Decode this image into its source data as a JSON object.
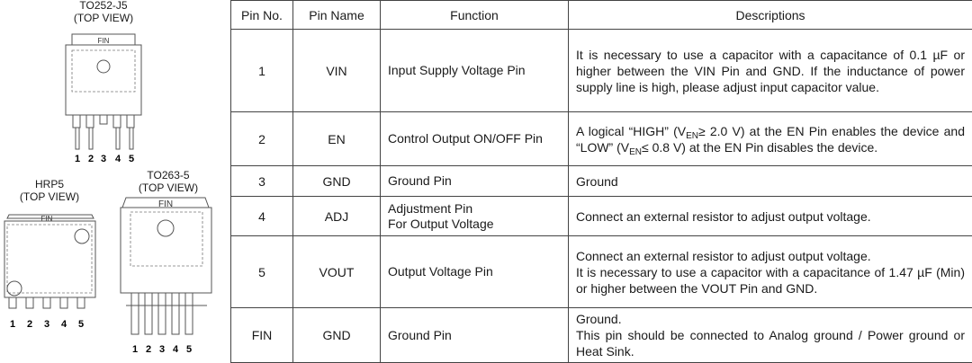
{
  "packages": {
    "to252": {
      "title": "TO252-J5",
      "view": "(TOP VIEW)",
      "tab": "FIN",
      "pins": [
        "1",
        "2",
        "3",
        "4",
        "5"
      ]
    },
    "hrp5": {
      "title": "HRP5",
      "view": "(TOP VIEW)",
      "tab": "FIN",
      "pins": [
        "1",
        "2",
        "3",
        "4",
        "5"
      ]
    },
    "to263": {
      "title": "TO263-5",
      "view": "(TOP VIEW)",
      "tab": "FIN",
      "pins": [
        "1",
        "2",
        "3",
        "4",
        "5"
      ]
    }
  },
  "table": {
    "headers": {
      "pin_no": "Pin No.",
      "pin_name": "Pin Name",
      "function": "Function",
      "descriptions": "Descriptions"
    },
    "rows": [
      {
        "pin_no": "1",
        "pin_name": "VIN",
        "function": [
          "Input Supply Voltage Pin"
        ],
        "description": [
          "It is necessary to use a capacitor with a capacitance of 0.1 µF or higher between the VIN Pin and GND. If the inductance of power supply line is high, please adjust input capacitor value."
        ]
      },
      {
        "pin_no": "2",
        "pin_name": "EN",
        "function": [
          "Control Output ON/OFF Pin"
        ],
        "description": []
      },
      {
        "pin_no": "3",
        "pin_name": "GND",
        "function": [
          "Ground Pin"
        ],
        "description": [
          "Ground"
        ]
      },
      {
        "pin_no": "4",
        "pin_name": "ADJ",
        "function": [
          "Adjustment Pin",
          "For Output Voltage"
        ],
        "description": [
          "Connect an external resistor to adjust output voltage."
        ]
      },
      {
        "pin_no": "5",
        "pin_name": "VOUT",
        "function": [
          "Output Voltage Pin"
        ],
        "description": [
          "Connect an external resistor to adjust output voltage.",
          "It is necessary to use a capacitor with a capacitance of 1.47 µF (Min) or higher between the VOUT Pin and GND."
        ]
      },
      {
        "pin_no": "FIN",
        "pin_name": "GND",
        "function": [
          "Ground Pin"
        ],
        "description": [
          "Ground.",
          "This pin should be connected to Analog ground / Power ground or Heat Sink."
        ]
      }
    ],
    "en_description": {
      "p1": "A logical “HIGH” (V",
      "sub": "EN",
      "p2": "≥ 2.0 V) at the EN Pin enables the device and “LOW” (V",
      "p3": "≤ 0.8 V) at the EN Pin disables the device."
    }
  }
}
